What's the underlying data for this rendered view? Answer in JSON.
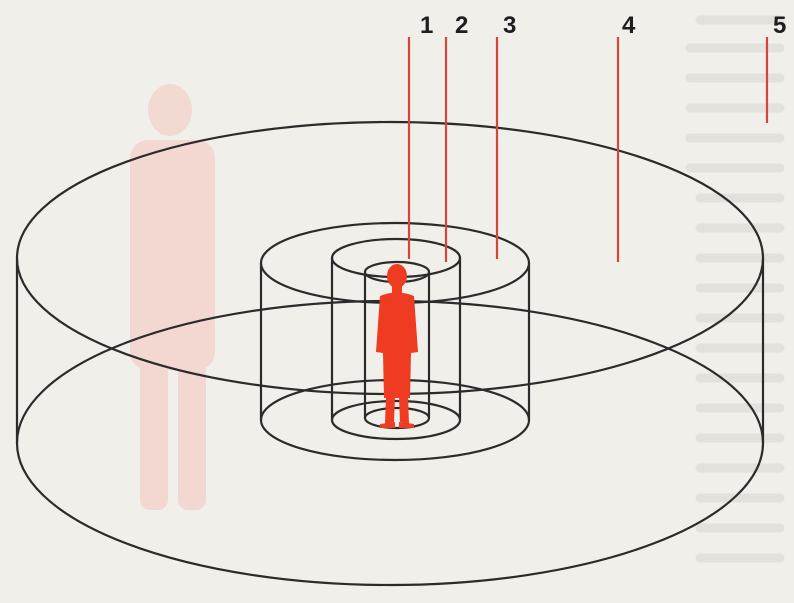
{
  "diagram": {
    "labels": [
      {
        "id": "1",
        "text": "1"
      },
      {
        "id": "2",
        "text": "2"
      },
      {
        "id": "3",
        "text": "3"
      },
      {
        "id": "4",
        "text": "4"
      },
      {
        "id": "5",
        "text": "5"
      }
    ],
    "colors": {
      "paper": "#f1efea",
      "bleed_text": "#d9d6d0",
      "outline": "#2b2b2b",
      "leader_line": "#d6453a",
      "figure": "#ee3b22",
      "figure_shadow": "#f3c9bf",
      "label_text": "#1e1e1e"
    }
  }
}
